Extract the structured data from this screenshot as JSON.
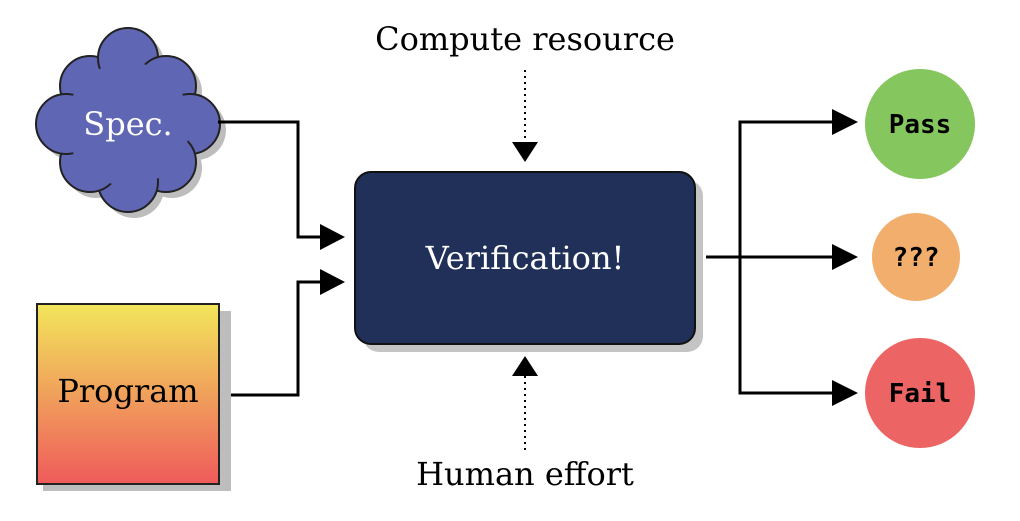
{
  "labels": {
    "top": "Compute resource",
    "bottom": "Human effort"
  },
  "nodes": {
    "spec": {
      "label": "Spec.",
      "color": "#5f66b3"
    },
    "program": {
      "label": "Program",
      "gradient_top": "#f2e65b",
      "gradient_bottom": "#ef5b5b"
    },
    "verification": {
      "label": "Verification!",
      "color": "#213058"
    }
  },
  "outcomes": [
    {
      "label": "Pass",
      "color": "#85c65f"
    },
    {
      "label": "???",
      "color": "#f2ae6c"
    },
    {
      "label": "Fail",
      "color": "#ec6464"
    }
  ]
}
